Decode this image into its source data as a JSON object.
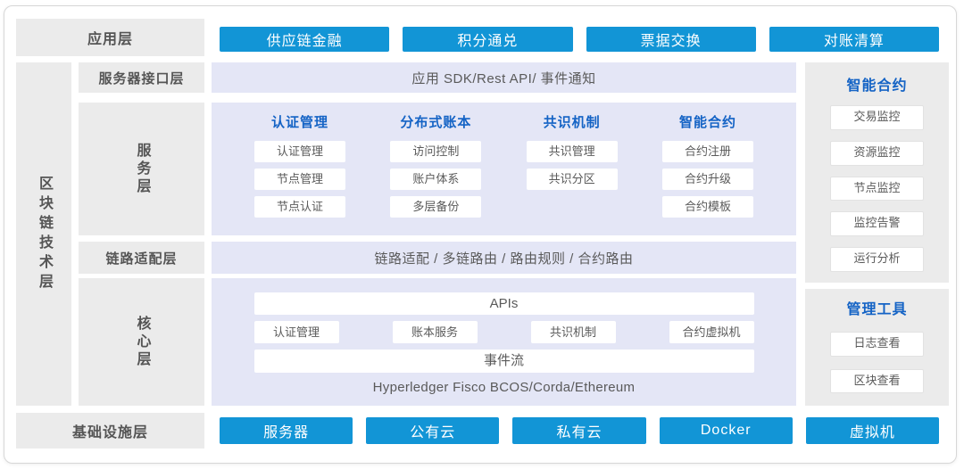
{
  "colors": {
    "accent_blue": "#1295d6",
    "header_blue": "#1463c5",
    "lavender_bg": "#e4e6f6",
    "panel_grey": "#ebebeb"
  },
  "app_layer": {
    "label": "应用层",
    "buttons": [
      "供应链金融",
      "积分通兑",
      "票据交换",
      "对账清算"
    ]
  },
  "tech_layer": {
    "label": "区块链技术层",
    "interface_layer": {
      "label": "服务器接口层",
      "content": "应用 SDK/Rest API/ 事件通知"
    },
    "service_layer": {
      "label": "服务层",
      "columns": [
        {
          "title": "认证管理",
          "items": [
            "认证管理",
            "节点管理",
            "节点认证"
          ]
        },
        {
          "title": "分布式账本",
          "items": [
            "访问控制",
            "账户体系",
            "多层备份"
          ]
        },
        {
          "title": "共识机制",
          "items": [
            "共识管理",
            "共识分区"
          ]
        },
        {
          "title": "智能合约",
          "items": [
            "合约注册",
            "合约升级",
            "合约模板"
          ]
        }
      ]
    },
    "link_layer": {
      "label": "链路适配层",
      "content": "链路适配 / 多链路由 / 路由规则 / 合约路由"
    },
    "core_layer": {
      "label": "核心层",
      "apis": "APIs",
      "modules": [
        "认证管理",
        "账本服务",
        "共识机制",
        "合约虚拟机"
      ],
      "event_stream": "事件流",
      "platforms": "Hyperledger Fisco BCOS/Corda/Ethereum"
    }
  },
  "side_panels": {
    "smart_contract": {
      "title": "智能合约",
      "items": [
        "交易监控",
        "资源监控",
        "节点监控",
        "监控告警",
        "运行分析"
      ]
    },
    "management_tools": {
      "title": "管理工具",
      "items": [
        "日志查看",
        "区块查看"
      ]
    }
  },
  "infra_layer": {
    "label": "基础设施层",
    "buttons": [
      "服务器",
      "公有云",
      "私有云",
      "Docker",
      "虚拟机"
    ]
  }
}
